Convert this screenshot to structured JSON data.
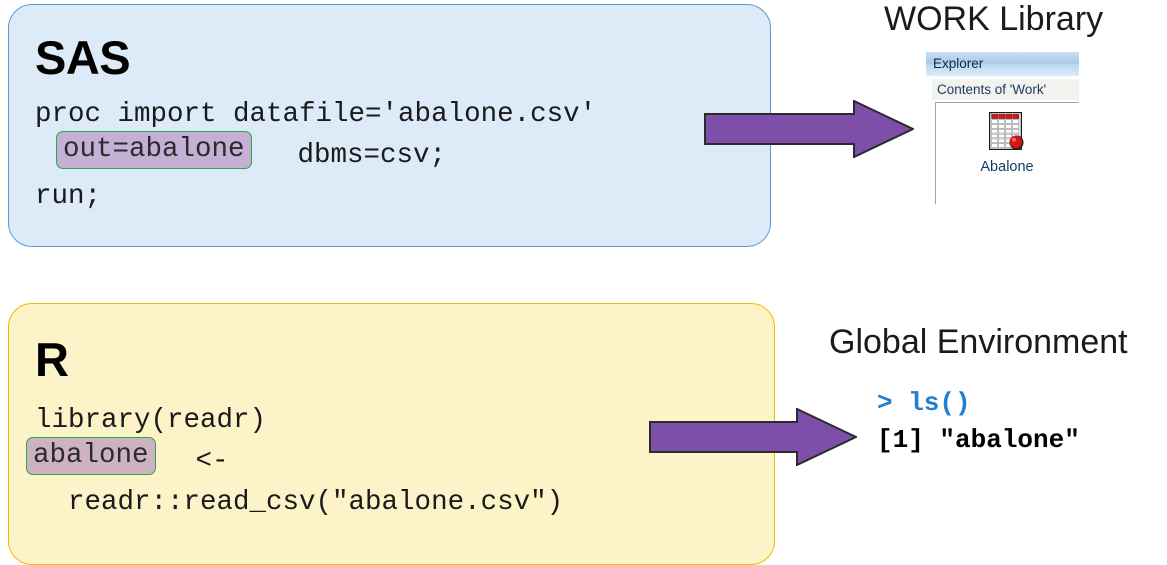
{
  "sas": {
    "title": "SAS",
    "code_lines": [
      "proc import datafile='abalone.csv'",
      "   ",
      "run;"
    ],
    "line1": "proc import datafile='abalone.csv'",
    "line2_prefix": "  ",
    "line2_highlight": "out=abalone",
    "line2_suffix": " dbms=csv;",
    "line3": "run;",
    "box_fill": "#dcebf7",
    "box_border": "#5b9bd5",
    "highlight_fill": "#c3b0d4",
    "highlight_border": "#2aa84a"
  },
  "r": {
    "title": "R",
    "line1": "library(readr)",
    "line2_highlight": "abalone",
    "line2_suffix": " <-",
    "line3": "  readr::read_csv(\"abalone.csv\")",
    "box_fill": "#fdf3c8",
    "box_border": "#f5b800",
    "highlight_fill": "#cdb2c2",
    "highlight_border": "#2aa84a"
  },
  "arrows": {
    "color": "#7d4fa8",
    "outline": "#2b2b2b",
    "top": {
      "name": "sas-to-work-arrow"
    },
    "bottom": {
      "name": "r-to-global-arrow"
    }
  },
  "work_library": {
    "heading": "WORK Library",
    "explorer": {
      "title": "Explorer",
      "contents_label": "Contents of 'Work'",
      "dataset_name": "Abalone",
      "dataset_icon": "sas-dataset-icon"
    }
  },
  "global_environment": {
    "heading": "Global Environment",
    "console": {
      "prompt_line": "> ls()",
      "result_line": "[1] \"abalone\"",
      "prompt_color": "#1f7fd0",
      "result_color": "#000000"
    }
  }
}
